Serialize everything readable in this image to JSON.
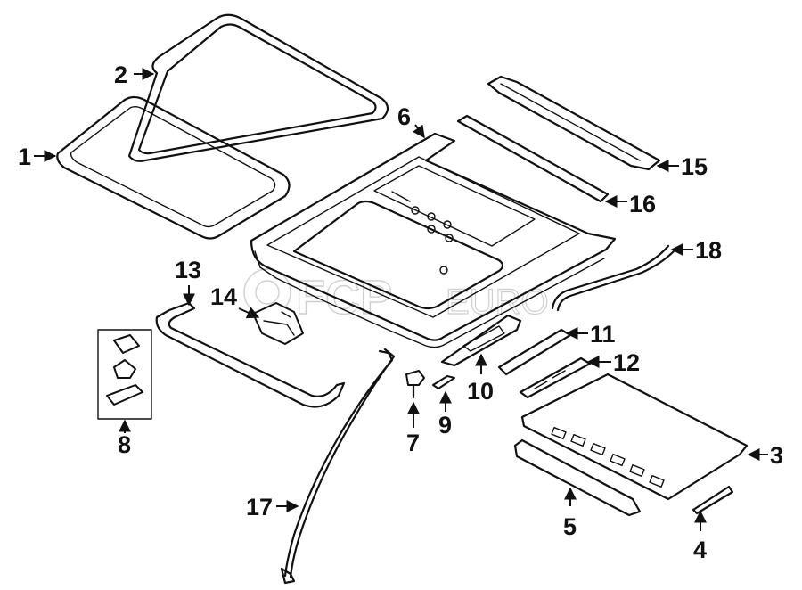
{
  "watermark": {
    "brand": "FCP",
    "suffix": "EURO"
  },
  "callouts": [
    {
      "id": "c1",
      "label": "1"
    },
    {
      "id": "c2",
      "label": "2"
    },
    {
      "id": "c3",
      "label": "3"
    },
    {
      "id": "c4",
      "label": "4"
    },
    {
      "id": "c5",
      "label": "5"
    },
    {
      "id": "c6",
      "label": "6"
    },
    {
      "id": "c7",
      "label": "7"
    },
    {
      "id": "c8",
      "label": "8"
    },
    {
      "id": "c9",
      "label": "9"
    },
    {
      "id": "c10",
      "label": "10"
    },
    {
      "id": "c11",
      "label": "11"
    },
    {
      "id": "c12",
      "label": "12"
    },
    {
      "id": "c13",
      "label": "13"
    },
    {
      "id": "c14",
      "label": "14"
    },
    {
      "id": "c15",
      "label": "15"
    },
    {
      "id": "c16",
      "label": "16"
    },
    {
      "id": "c17",
      "label": "17"
    },
    {
      "id": "c18",
      "label": "18"
    }
  ]
}
